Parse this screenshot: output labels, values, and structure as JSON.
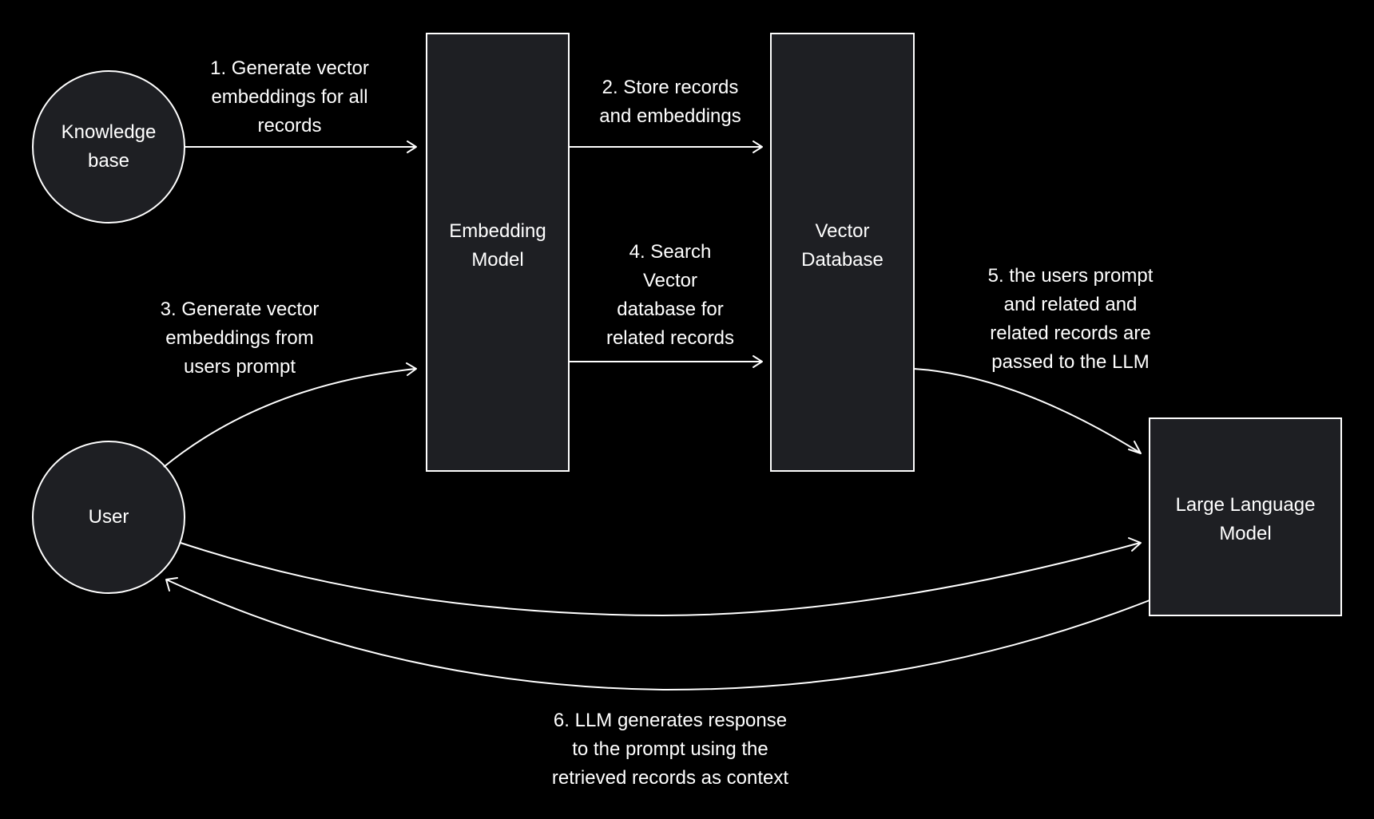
{
  "colors": {
    "background": "#000000",
    "node_fill": "#1e1f23",
    "stroke": "#ffffff",
    "text": "#ffffff"
  },
  "nodes": {
    "knowledge_base": "Knowledge\nbase",
    "user": "User",
    "embedding_model": "Embedding\nModel",
    "vector_database": "Vector\nDatabase",
    "llm": "Large Language\nModel"
  },
  "steps": {
    "step1": "1. Generate vector\nembeddings for all\nrecords",
    "step2": "2. Store records\nand embeddings",
    "step3": "3. Generate vector\nembeddings from\nusers prompt",
    "step4": "4. Search\nVector\ndatabase for\nrelated records",
    "step5": "5. the users prompt\nand related and\nrelated records are\npassed to the LLM",
    "step6": "6. LLM generates response\nto the prompt using the\nretrieved records as context"
  }
}
